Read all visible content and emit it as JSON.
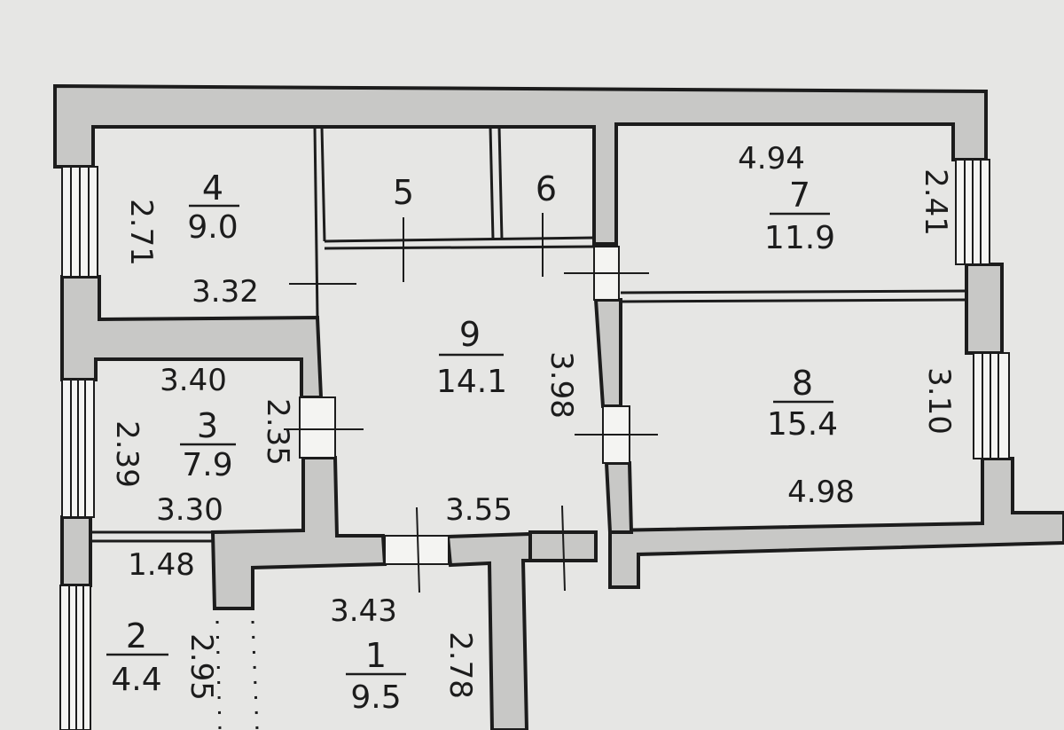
{
  "rooms": [
    {
      "id": "1",
      "number": "1",
      "area": "9.5"
    },
    {
      "id": "2",
      "number": "2",
      "area": "4.4"
    },
    {
      "id": "3",
      "number": "3",
      "area": "7.9"
    },
    {
      "id": "4",
      "number": "4",
      "area": "9.0"
    },
    {
      "id": "5",
      "number": "5"
    },
    {
      "id": "6",
      "number": "6"
    },
    {
      "id": "7",
      "number": "7",
      "area": "11.9"
    },
    {
      "id": "8",
      "number": "8",
      "area": "15.4"
    },
    {
      "id": "9",
      "number": "9",
      "area": "14.1"
    }
  ],
  "dimensions": {
    "room4_height": "2.71",
    "room4_width": "3.32",
    "room3_top": "3.40",
    "room3_left": "2.39",
    "room3_right": "2.35",
    "room3_bottom": "3.30",
    "room2_top": "1.48",
    "room2_height": "2.95",
    "room1_top": "3.43",
    "room1_right": "2.78",
    "room9_bottom": "3.55",
    "room9_right": "3.98",
    "room7_top": "4.94",
    "room7_right": "2.41",
    "room8_right": "3.10",
    "room8_bottom": "4.98"
  }
}
